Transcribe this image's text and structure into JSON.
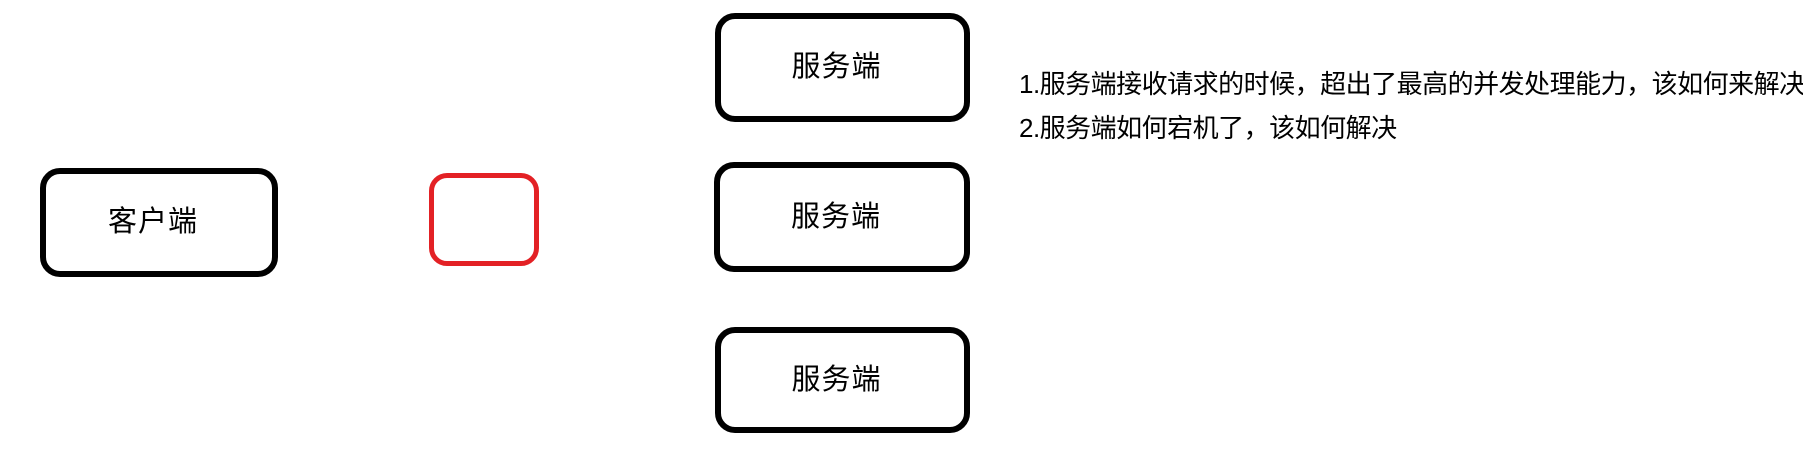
{
  "diagram": {
    "nodes": {
      "client": {
        "label": "客户端"
      },
      "highlight_placeholder": {
        "label": ""
      },
      "servers": [
        {
          "label": "服务端"
        },
        {
          "label": "服务端"
        },
        {
          "label": "服务端"
        }
      ]
    },
    "notes": {
      "lines": [
        "1.服务端接收请求的时候，超出了最高的并发处理能力，该如何来解决",
        "2.服务端如何宕机了，该如何解决"
      ]
    },
    "colors": {
      "box_border": "#000000",
      "highlight_border": "#e32125",
      "text": "#000000",
      "background": "#ffffff"
    }
  }
}
